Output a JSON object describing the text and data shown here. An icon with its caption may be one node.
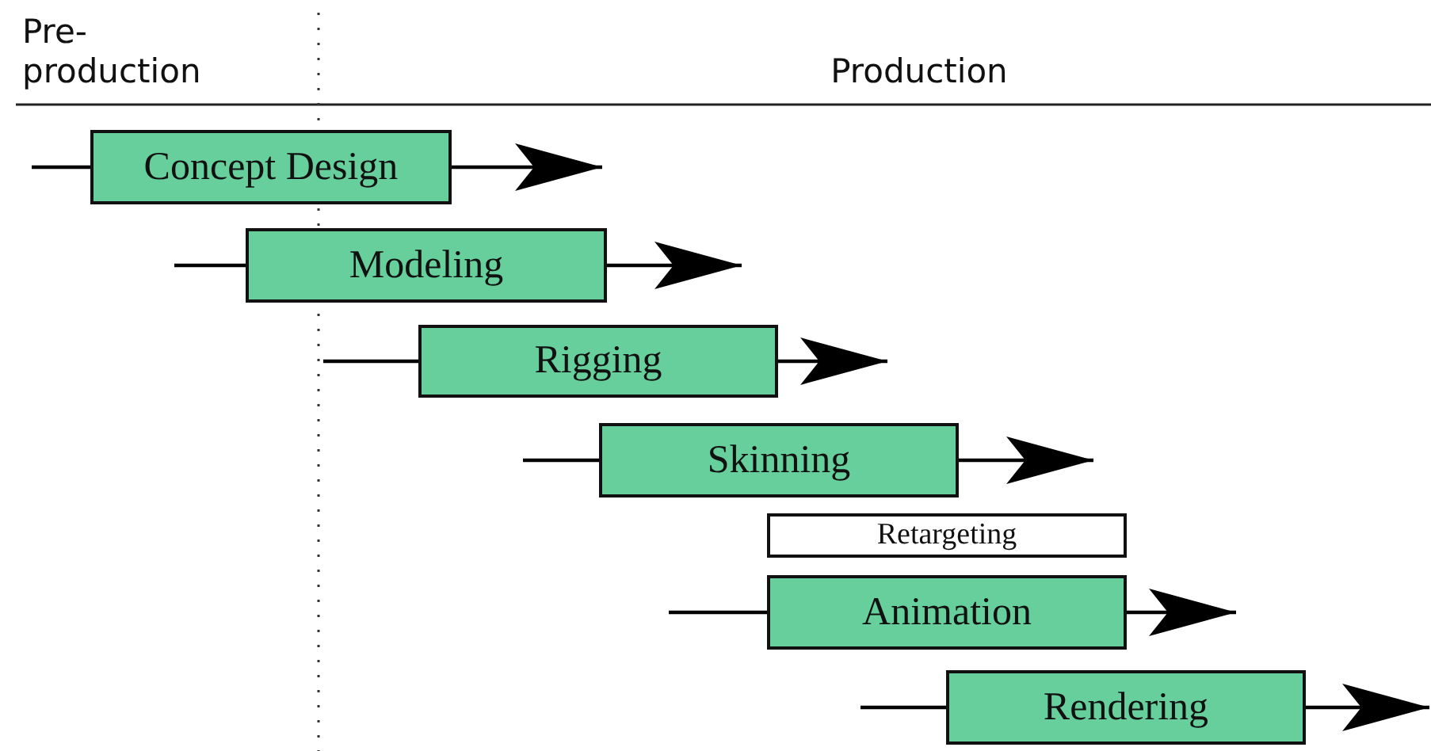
{
  "diagram": {
    "nodes": [
      {
        "text": [
          "Concept Design"
        ]
      },
      {
        "text": [
          "Modeling"
        ]
      },
      {
        "text": [
          "Rigging"
        ]
      },
      {
        "text": [
          "Skinning"
        ]
      },
      {
        "text": [
          "Retargeting"
        ]
      },
      {
        "text": [
          "Animation"
        ]
      },
      {
        "text": [
          "Rendering"
        ]
      }
    ],
    "edges": [
      {
        "from": null,
        "to": 0,
        "arrow": "none"
      },
      {
        "from": 0,
        "to": null,
        "arrow": "to"
      },
      {
        "from": null,
        "to": 1,
        "arrow": "none"
      },
      {
        "from": 1,
        "to": null,
        "arrow": "to"
      },
      {
        "from": null,
        "to": 2,
        "arrow": "none"
      },
      {
        "from": 2,
        "to": null,
        "arrow": "to"
      },
      {
        "from": null,
        "to": 3,
        "arrow": "none"
      },
      {
        "from": 3,
        "to": null,
        "arrow": "to"
      },
      {
        "from": null,
        "to": 5,
        "arrow": "none"
      },
      {
        "from": 5,
        "to": null,
        "arrow": "to"
      },
      {
        "from": null,
        "to": 6,
        "arrow": "none"
      },
      {
        "from": 6,
        "to": null,
        "arrow": "to"
      }
    ],
    "labels": [
      "Pre- production",
      "Production"
    ]
  }
}
